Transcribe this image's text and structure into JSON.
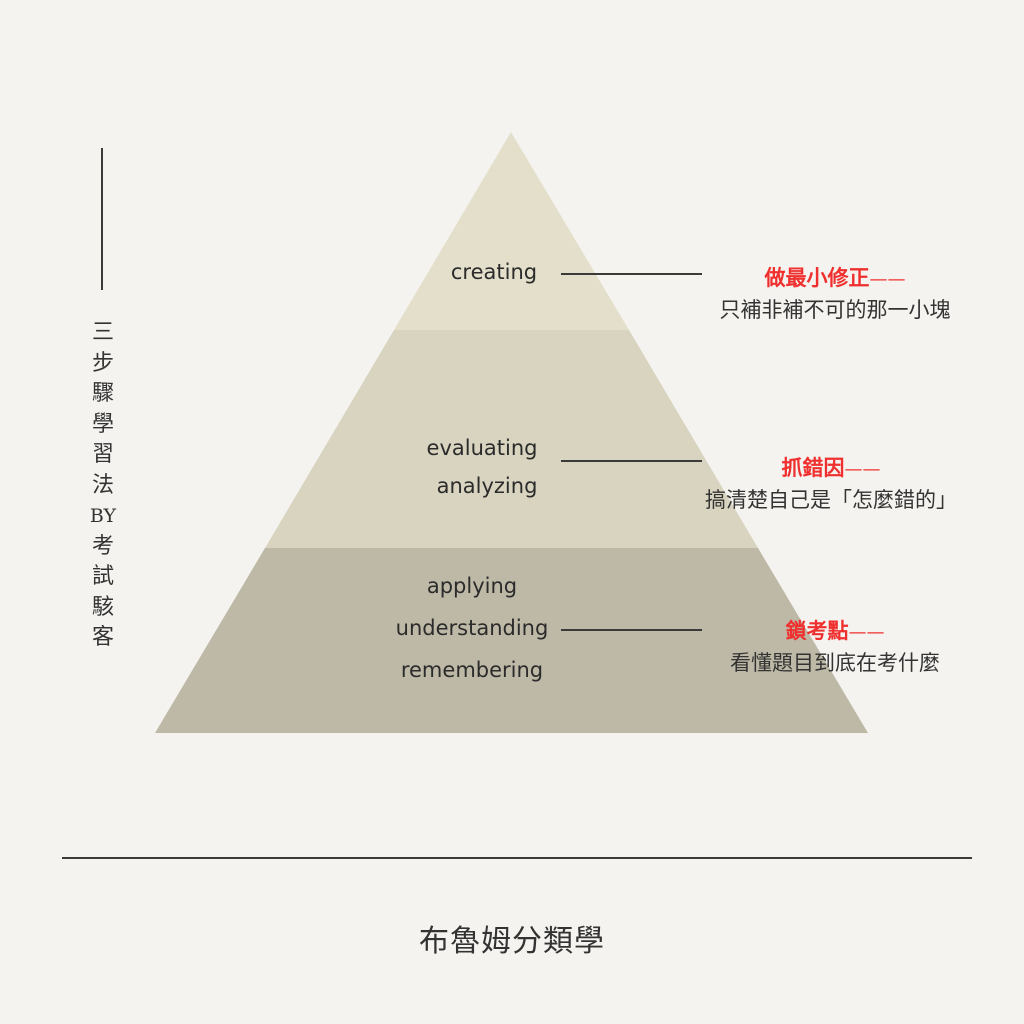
{
  "side_title": {
    "chars": [
      "三",
      "步",
      "驟",
      "學",
      "習",
      "法",
      "BY",
      "考",
      "試",
      "駭",
      "客"
    ]
  },
  "pyramid": {
    "levels": [
      {
        "labels": [
          "creating"
        ],
        "color": "#e3dfcb"
      },
      {
        "labels": [
          "evaluating",
          "analyzing"
        ],
        "color": "#d8d4c0"
      },
      {
        "labels": [
          "applying",
          "understanding",
          "remembering"
        ],
        "color": "#bdb9a6"
      }
    ]
  },
  "notes": [
    {
      "title": "做最小修正",
      "dash": "——",
      "text": "只補非補不可的那一小塊"
    },
    {
      "title": "抓錯因",
      "dash": "——",
      "text": "搞清楚自己是「怎麼錯的」"
    },
    {
      "title": "鎖考點",
      "dash": "——",
      "text": "看懂題目到底在考什麼"
    }
  ],
  "accent_color": "#f0302f",
  "footer_title": "布魯姆分類學"
}
